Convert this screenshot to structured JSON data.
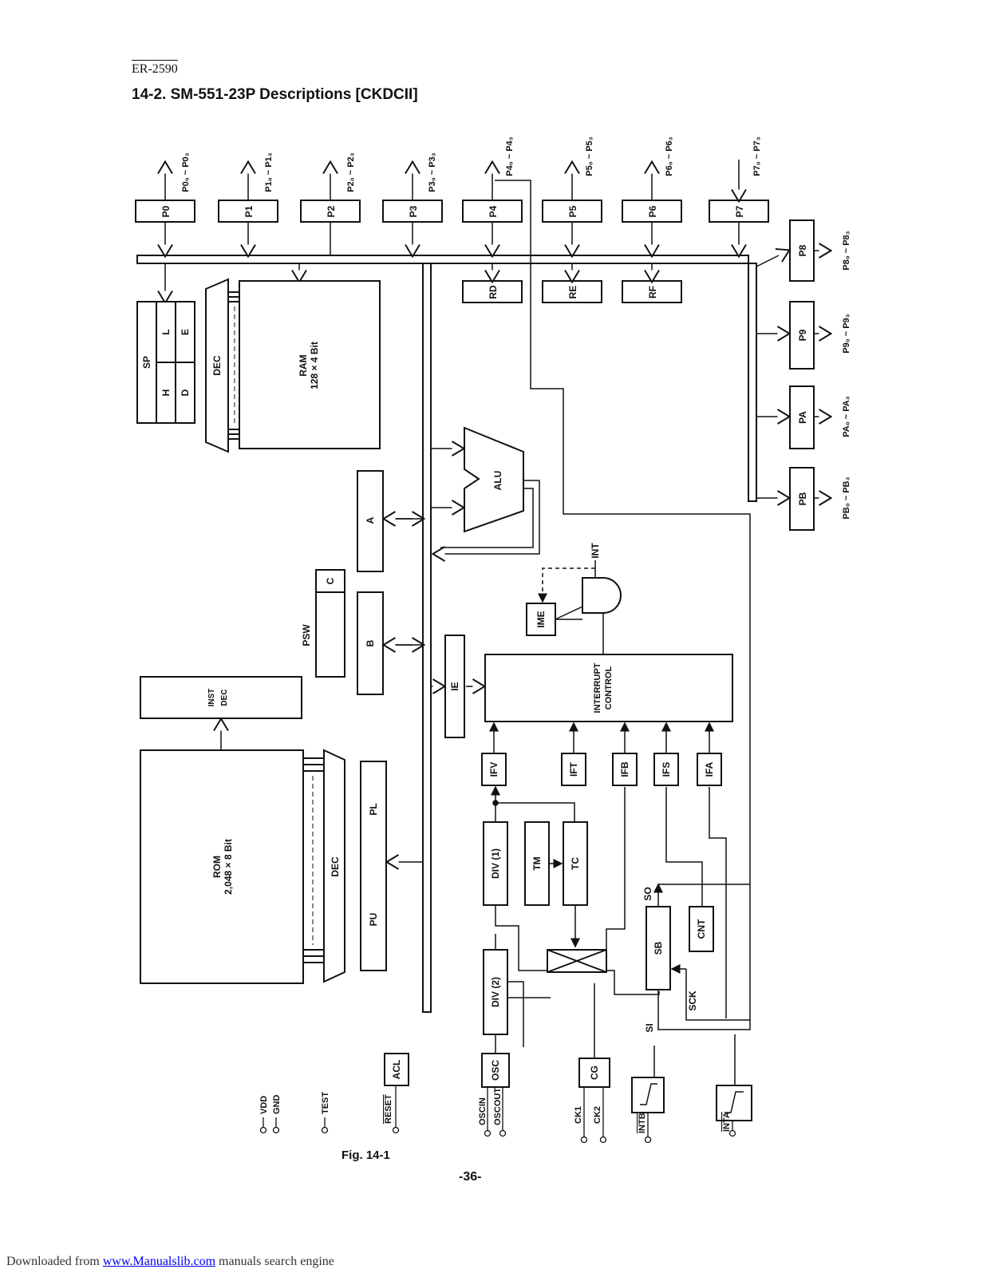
{
  "header": {
    "doc_code": "ER-2590",
    "title": "14-2. SM-551-23P Descriptions [CKDCII]"
  },
  "blocks": {
    "p0": "P0",
    "p1": "P1",
    "p2": "P2",
    "p3": "P3",
    "p4": "P4",
    "p5": "P5",
    "p6": "P6",
    "p7": "P7",
    "p8": "P8",
    "p9": "P9",
    "pa": "PA",
    "pb": "PB",
    "rd": "RD",
    "re": "RE",
    "rf": "RF",
    "sp": "SP",
    "h": "H",
    "l": "L",
    "d": "D",
    "e": "E",
    "dec_ram": "DEC",
    "ram_1": "RAM",
    "ram_2": "128 × 4 Bit",
    "alu": "ALU",
    "a": "A",
    "b": "B",
    "c": "C",
    "psw": "PSW",
    "inst_dec_1": "INST",
    "inst_dec_2": "DEC",
    "rom_1": "ROM",
    "rom_2": "2,048 × 8 Bit",
    "dec_rom": "DEC",
    "pl": "PL",
    "pu": "PU",
    "ie": "IE",
    "ime": "IME",
    "int": "INT",
    "int_ctrl_1": "INTERRUPT",
    "int_ctrl_2": "CONTROL",
    "ifv": "IFV",
    "ift": "IFT",
    "ifb": "IFB",
    "ifs": "IFS",
    "ifa": "IFA",
    "div1": "DIV (1)",
    "div2": "DIV (2)",
    "tm": "TM",
    "tc": "TC",
    "sb": "SB",
    "cnt": "CNT",
    "so": "SO",
    "si": "SI",
    "sck": "SCK",
    "osc": "OSC",
    "cg": "CG",
    "acl": "ACL"
  },
  "port_labels": {
    "p0": "P0₀ ~ P0₃",
    "p1": "P1₀ ~ P1₃",
    "p2": "P2₀ ~ P2₃",
    "p3": "P3₀ ~ P3₃",
    "p4": "P4₀ ~ P4₃",
    "p5": "P5₀ ~ P5₃",
    "p6": "P6₀ ~ P6₃",
    "p7": "P7₀ ~ P7₃",
    "p8": "P8₀ ~ P8₃",
    "p9": "P9₀ ~ P9₃",
    "pa": "PA₀ ~ PA₃",
    "pb": "PB₀ ~ PB₃"
  },
  "pins": {
    "vdd": "VDD",
    "gnd": "GND",
    "test": "TEST",
    "reset": "RESET",
    "osc_in": "OSCIN",
    "osc_out": "OSCOUT",
    "ck1": "CK1",
    "ck2": "CK2",
    "intb": "INTB",
    "inta": "INTA"
  },
  "caption": "Fig. 14-1",
  "page_number": "-36-",
  "footer": {
    "prefix": "Downloaded from",
    "link": "www.Manualslib.com",
    "suffix": "manuals search engine"
  }
}
